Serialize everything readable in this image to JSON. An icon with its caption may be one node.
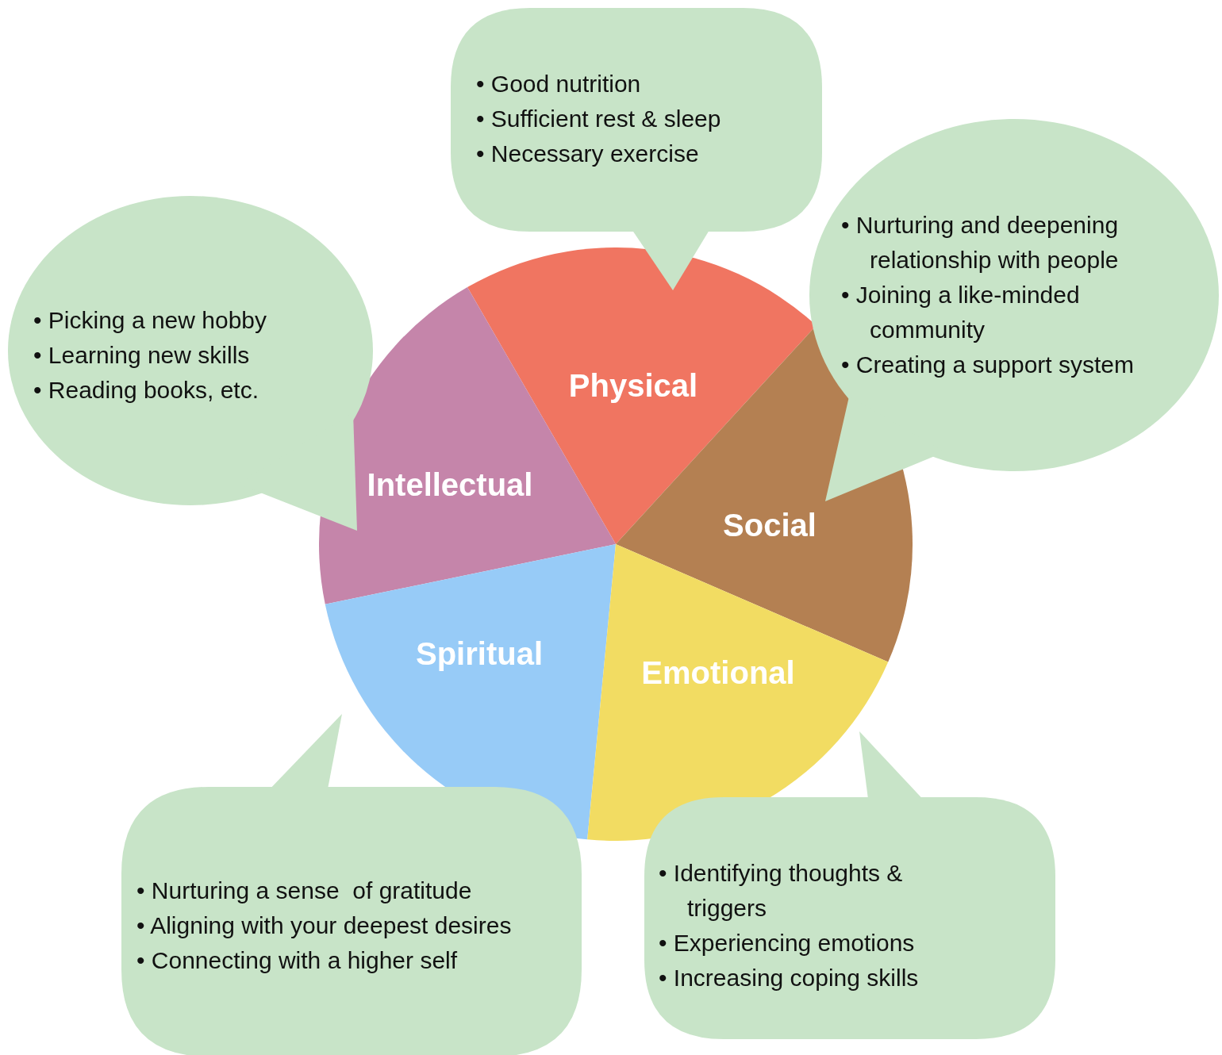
{
  "diagram": {
    "nodes": [
      {
        "text": [
          "• Good nutrition",
          "• Sufficient rest & sleep",
          "• Necessary exercise"
        ]
      },
      {
        "text": [
          "• Nurturing and deepening relationship with people",
          "• Joining a like-minded community",
          "• Creating a support system"
        ]
      },
      {
        "text": [
          "• Picking a new hobby",
          "• Learning new skills",
          "• Reading books, etc."
        ]
      },
      {
        "text": [
          "Physical"
        ]
      },
      {
        "text": [
          "Intellectual"
        ]
      },
      {
        "text": [
          "Social"
        ]
      },
      {
        "text": [
          "Spiritual"
        ]
      },
      {
        "text": [
          "Emotional"
        ]
      },
      {
        "text": [
          "• Nurturing a sense  of gratitude",
          "• Aligning with your deepest desires",
          "• Connecting with a higher self"
        ]
      },
      {
        "text": [
          "• Identifying thoughts & triggers",
          "• Experiencing emotions",
          "• Increasing coping skills"
        ]
      }
    ]
  }
}
